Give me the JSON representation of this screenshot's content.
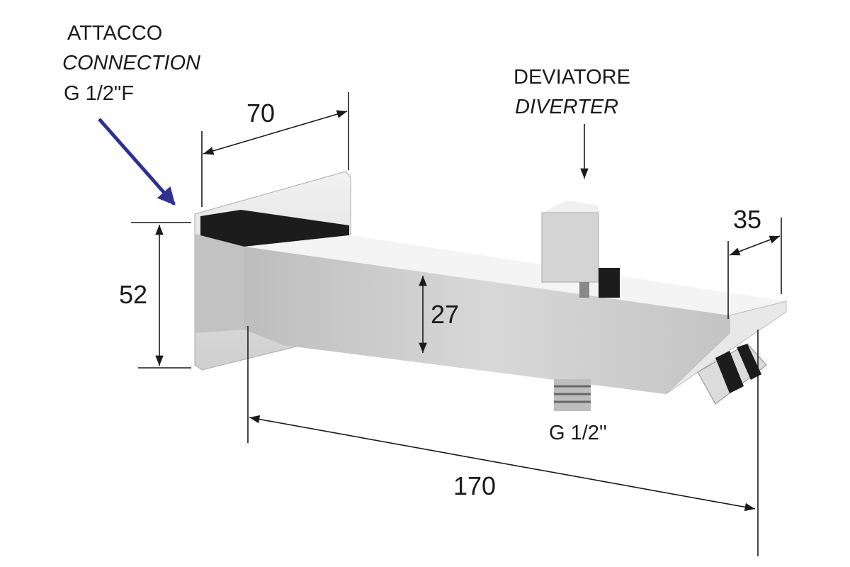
{
  "connection": {
    "line1": "ATTACCO",
    "line2": "CONNECTION",
    "line3": "G 1/2\"F"
  },
  "diverter": {
    "line1": "DEVIATORE",
    "line2": "DIVERTER"
  },
  "outlet_thread": "G 1/2''",
  "dimensions": {
    "plate_depth": "70",
    "plate_height": "52",
    "spout_height": "27",
    "spout_width": "35",
    "spout_length": "170"
  },
  "colors": {
    "arrow": "#2d3192",
    "chrome_light": "#e6e6e6",
    "chrome_mid": "#c9c9c9",
    "chrome_dark": "#1c1c1c"
  }
}
